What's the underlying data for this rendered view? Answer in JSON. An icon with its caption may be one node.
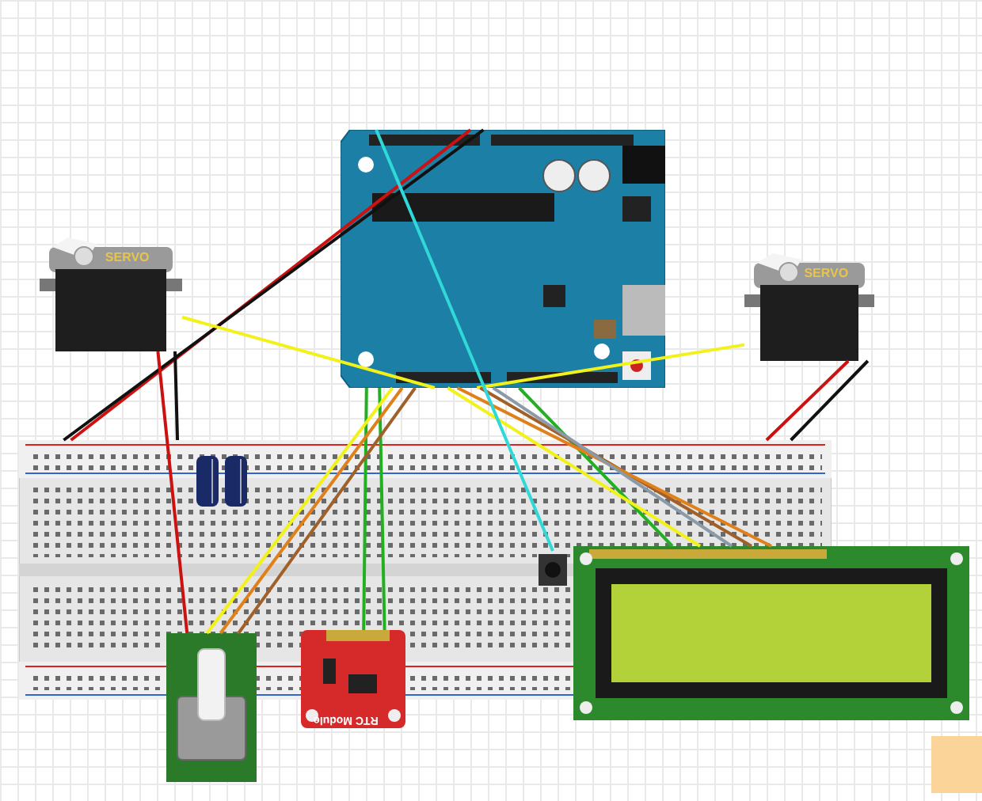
{
  "diagram": {
    "nodes": [
      {
        "text": [],
        "shape": "picture"
      },
      {
        "text": [
          "SERVO"
        ]
      },
      {
        "text": [
          "SERVO"
        ]
      },
      {
        "text": [],
        "shape": "picture"
      },
      {
        "text": [],
        "shape": "picture"
      },
      {
        "text": [
          "RTC Module"
        ]
      },
      {
        "text": [],
        "shape": "picture"
      },
      {
        "text": [],
        "shape": "picture",
        "in": 3
      },
      {
        "text": [],
        "shape": "picture",
        "in": 3
      }
    ],
    "edges": [
      {
        "from": 0,
        "to": 3,
        "arrow": "none",
        "color": "#cc1111"
      },
      {
        "from": 0,
        "to": 3,
        "arrow": "none",
        "color": "#111111"
      },
      {
        "from": 1,
        "to": 6,
        "arrow": "none",
        "color": "#cc1111"
      },
      {
        "from": 1,
        "to": 3,
        "arrow": "none",
        "color": "#111111"
      },
      {
        "from": 1,
        "to": 0,
        "arrow": "none",
        "color": "#f2f21a"
      },
      {
        "from": 0,
        "to": 2,
        "arrow": "none",
        "color": "#f2f21a"
      },
      {
        "from": 2,
        "to": 3,
        "arrow": "none",
        "color": "#cc1111"
      },
      {
        "from": 2,
        "to": 3,
        "arrow": "none",
        "color": "#111111"
      },
      {
        "from": 0,
        "to": 5,
        "arrow": "none",
        "color": "#22b022"
      },
      {
        "from": 0,
        "to": 5,
        "arrow": "none",
        "color": "#22b022"
      },
      {
        "from": 0,
        "to": 6,
        "arrow": "none",
        "color": "#e0801a"
      },
      {
        "from": 0,
        "to": 6,
        "arrow": "none",
        "color": "#a0602a"
      },
      {
        "from": 0,
        "to": 6,
        "arrow": "none",
        "color": "#f2f21a"
      },
      {
        "from": 0,
        "to": 4,
        "arrow": "none",
        "color": "#22b022"
      },
      {
        "from": 0,
        "to": 4,
        "arrow": "none",
        "color": "#a0602a"
      },
      {
        "from": 0,
        "to": 4,
        "arrow": "none",
        "color": "#e0801a"
      },
      {
        "from": 0,
        "to": 4,
        "arrow": "none",
        "color": "#8a9aa8"
      },
      {
        "from": 0,
        "to": 4,
        "arrow": "none",
        "color": "#f2f21a"
      },
      {
        "from": 0,
        "to": 8,
        "arrow": "none",
        "color": "#30d8d8"
      }
    ]
  }
}
